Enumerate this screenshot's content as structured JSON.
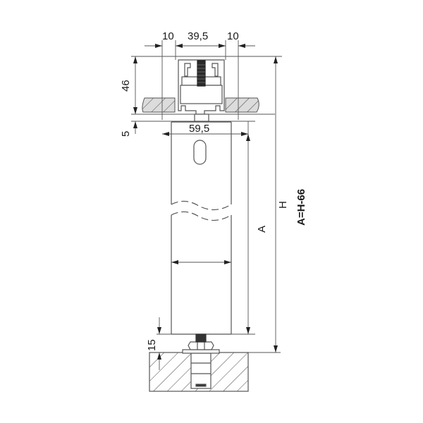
{
  "drawing": {
    "type": "technical-dimension-drawing",
    "subject": "sliding door hanging roller with track and floor guide (side section)",
    "colors": {
      "line": "#555555",
      "dark_line": "#222222",
      "hatch_fill": "#dcdcdc",
      "background": "#ffffff"
    },
    "dimensions": {
      "top_left_offset": "10",
      "track_width": "39,5",
      "top_right_offset": "10",
      "track_height": "46",
      "gap": "5",
      "panel_width": "59,5",
      "floor_guide": "15",
      "panel_height_label": "A",
      "total_height_label": "H",
      "formula": "A=H-66"
    }
  }
}
